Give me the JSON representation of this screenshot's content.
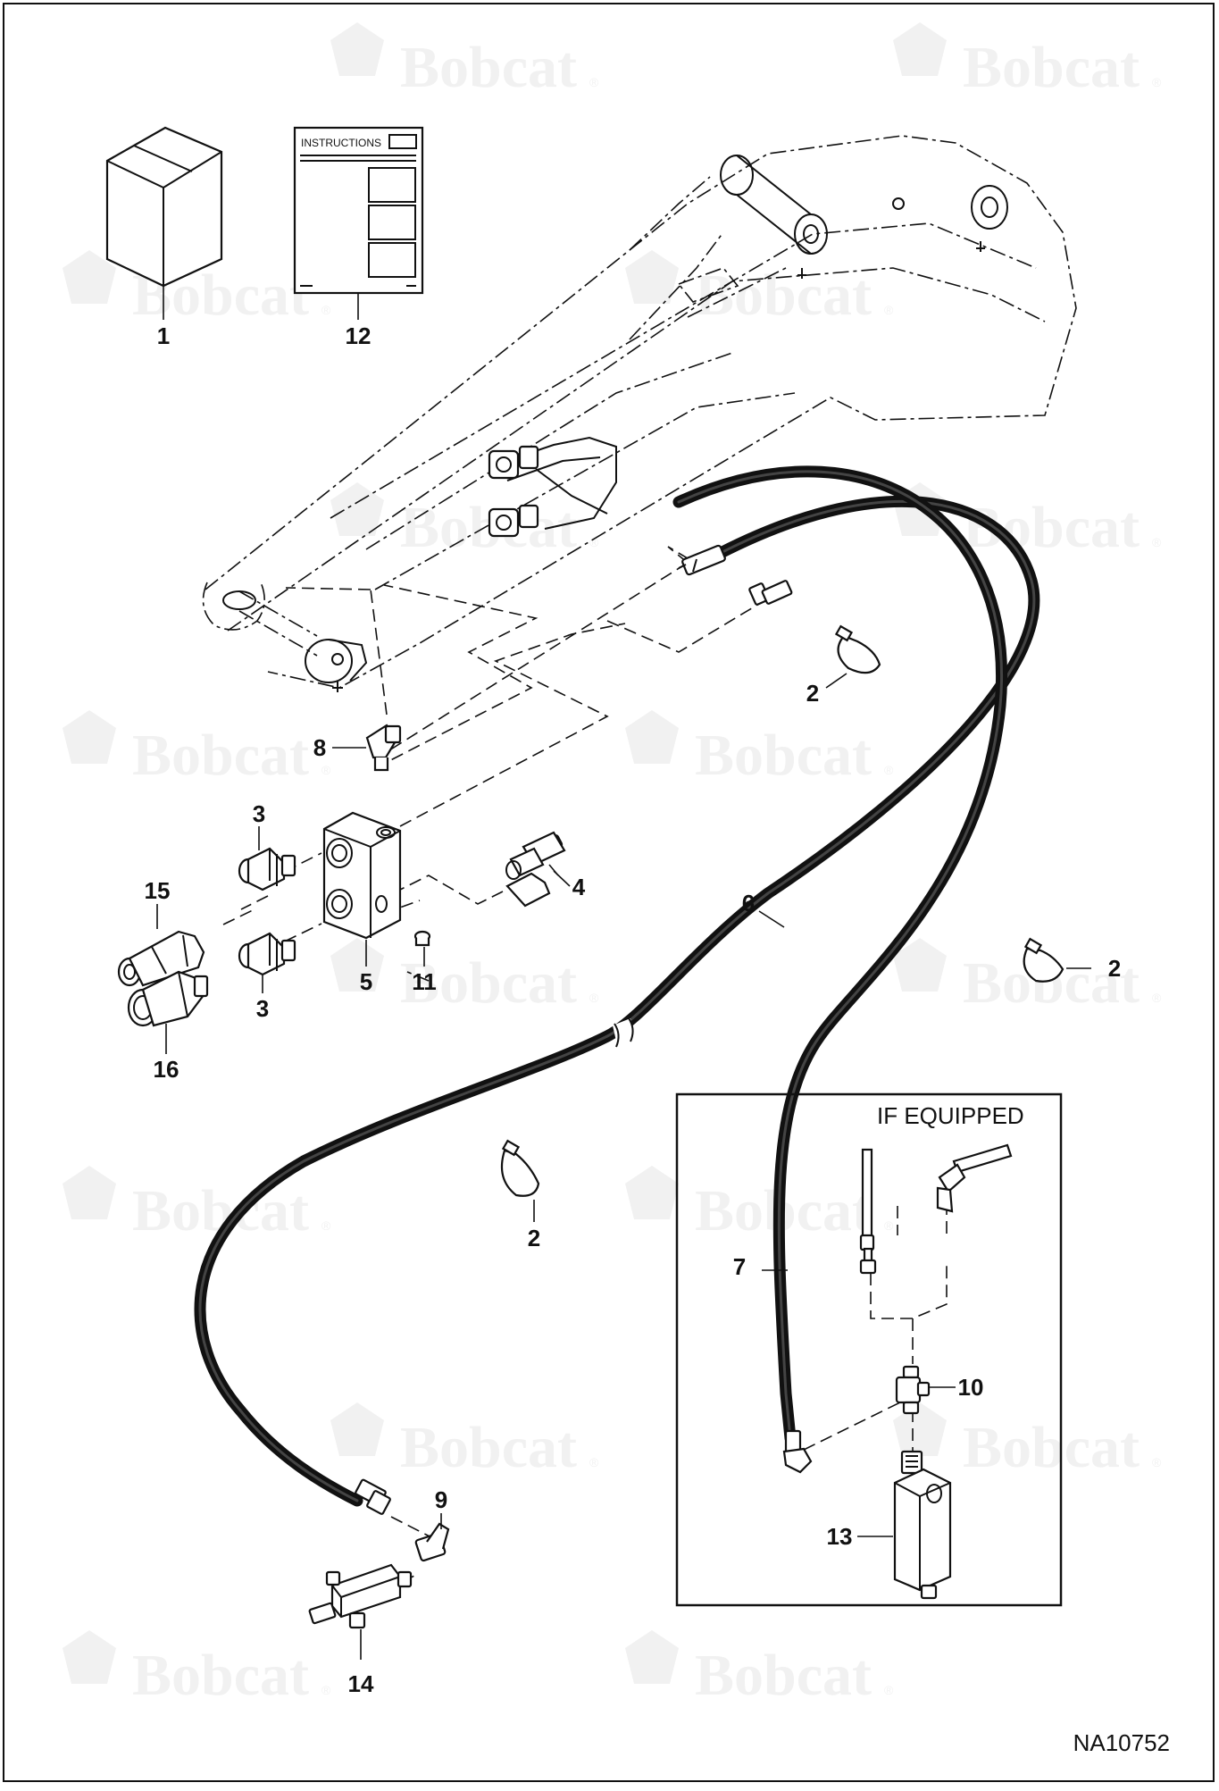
{
  "watermark": {
    "brand": "Bobcat",
    "reg": "®"
  },
  "labels": {
    "p1": "1",
    "p12": "12",
    "p8": "8",
    "p3a": "3",
    "p3b": "3",
    "p15": "15",
    "p16": "16",
    "p4": "4",
    "p5": "5",
    "p11": "11",
    "p6": "6",
    "p2a": "2",
    "p2b": "2",
    "p2c": "2",
    "p7": "7",
    "p9": "9",
    "p10": "10",
    "p13": "13",
    "p14": "14"
  },
  "instructions_sheet": {
    "title": "INSTRUCTIONS"
  },
  "inset": {
    "title": "IF EQUIPPED"
  },
  "drawing_id": "NA10752"
}
